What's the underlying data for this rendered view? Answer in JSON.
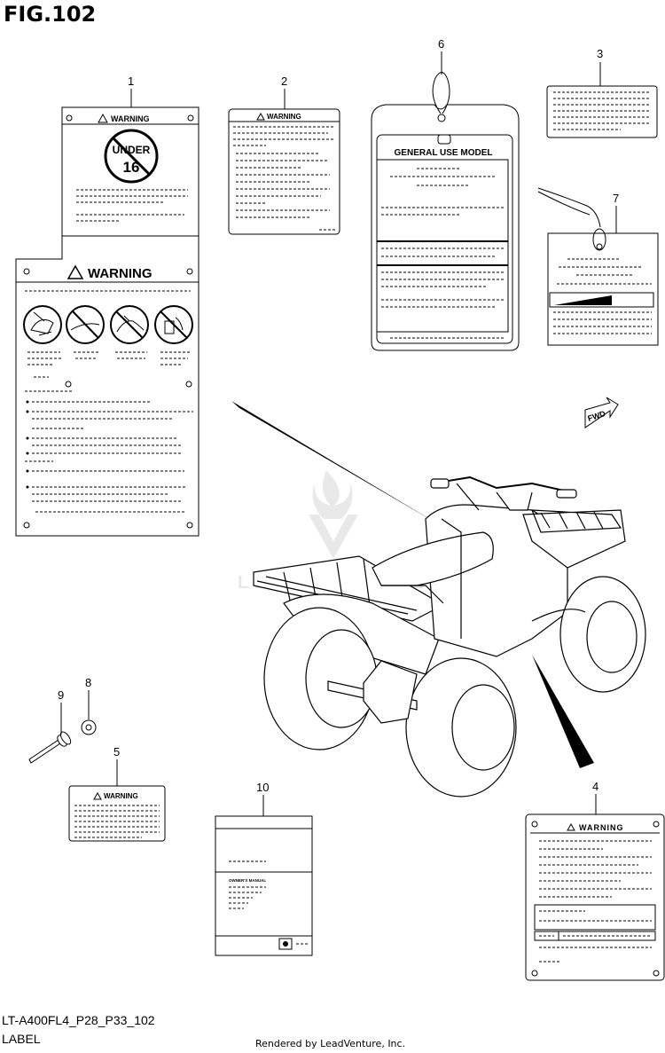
{
  "figure": {
    "title": "FIG.102",
    "code": "LT-A400FL4_P28_P33_102",
    "name": "LABEL",
    "credit": "Rendered by LeadVenture, Inc."
  },
  "watermark": "LEADVENTURE",
  "callouts": [
    "1",
    "2",
    "3",
    "4",
    "5",
    "6",
    "7",
    "8",
    "9",
    "10"
  ],
  "labels": {
    "warning": "WARNING",
    "under": "UNDER",
    "age": "16",
    "general_use": "GENERAL USE MODEL",
    "owners_manual": "OWNER'S MANUAL",
    "fwd": "FWD"
  },
  "colors": {
    "line": "#000000",
    "watermark": "#e6e6e6"
  }
}
